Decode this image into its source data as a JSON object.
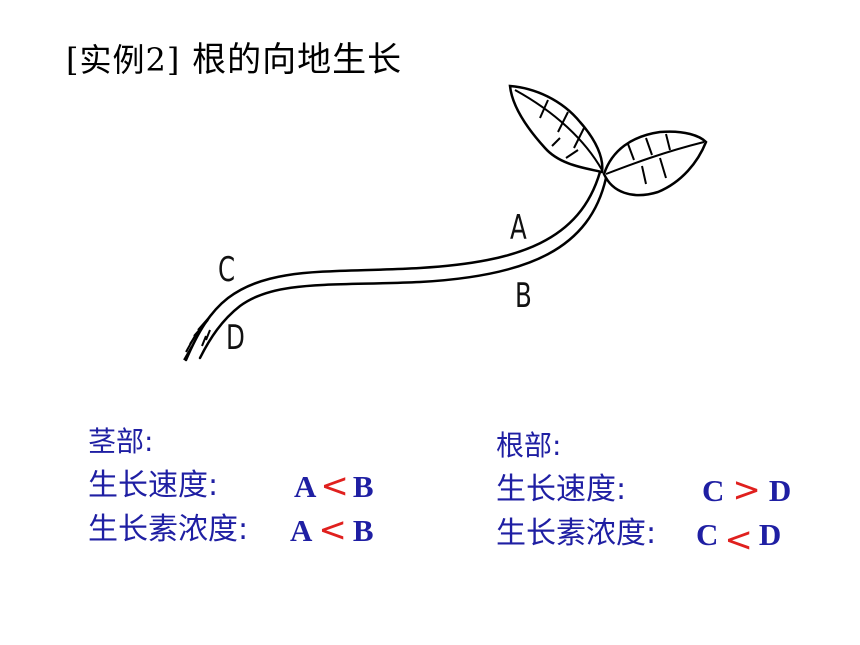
{
  "title": {
    "tag": "[实例2]",
    "text": "根的向地生长"
  },
  "diagram_labels": {
    "a": "A",
    "b": "B",
    "c": "C",
    "d": "D"
  },
  "stem": {
    "heading": "茎部:",
    "speed_label": "生长速度:",
    "speed_left": "A",
    "speed_rel": "<",
    "speed_right": "B",
    "auxin_label": "生长素浓度:",
    "auxin_left": "A",
    "auxin_rel": "<",
    "auxin_right": "B"
  },
  "root": {
    "heading": "根部:",
    "speed_label": "生长速度:",
    "speed_left": "C",
    "speed_rel": ">",
    "speed_right": "D",
    "auxin_label": "生长素浓度:",
    "auxin_left": "C",
    "auxin_rel": "<",
    "auxin_right": "D"
  },
  "colors": {
    "text_blue": "#1f1fa3",
    "relation_red": "#e0201e"
  }
}
